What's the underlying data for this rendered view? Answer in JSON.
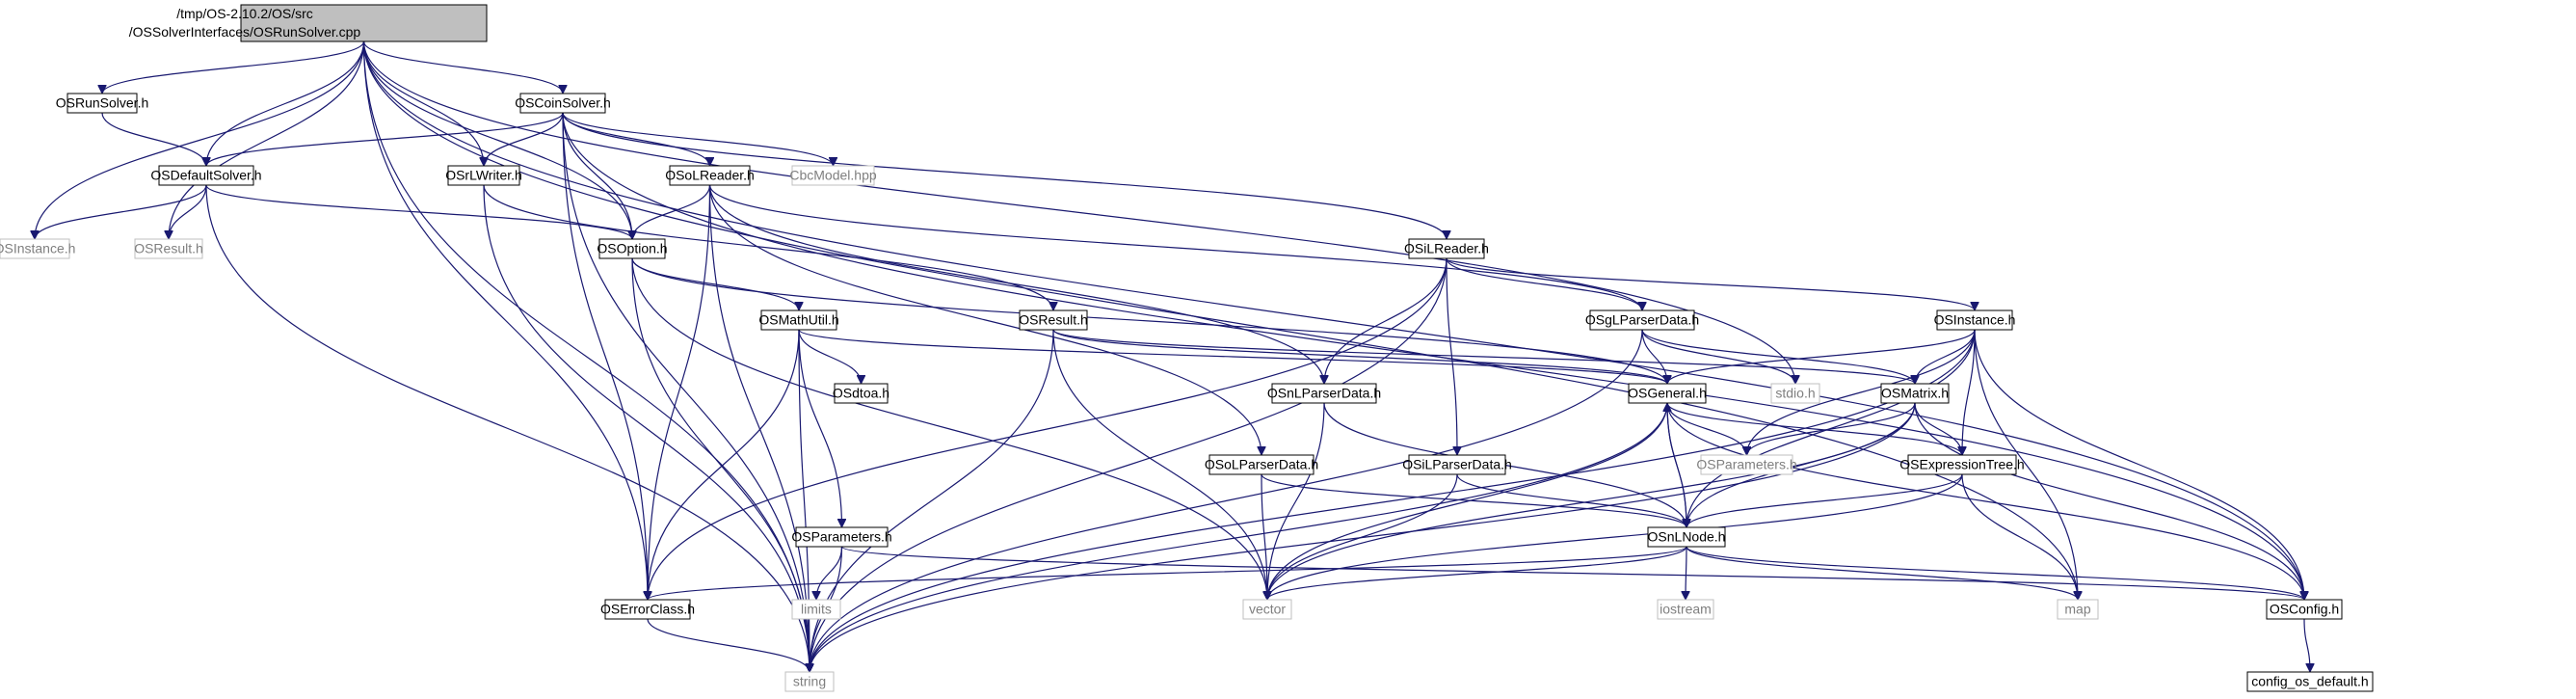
{
  "colors": {
    "edge": "#191970",
    "root_fill": "#bfbfbf",
    "documented_border": "#000000",
    "undocumented_border": "#bfbfbf",
    "text": "#000000",
    "undocumented_text": "#7f7f7f"
  },
  "nodes": [
    {
      "id": "root",
      "lines": [
        "/tmp/OS-2.10.2/OS/src",
        "/OSSolverInterfaces/OSRunSolver.cpp"
      ],
      "kind": "root"
    },
    {
      "id": "OSRunSolver_h",
      "lines": [
        "OSRunSolver.h"
      ],
      "kind": "documented"
    },
    {
      "id": "OSCoinSolver_h",
      "lines": [
        "OSCoinSolver.h"
      ],
      "kind": "documented"
    },
    {
      "id": "OSDefaultSolver_h",
      "lines": [
        "OSDefaultSolver.h"
      ],
      "kind": "documented"
    },
    {
      "id": "OSrLWriter_h",
      "lines": [
        "OSrLWriter.h"
      ],
      "kind": "documented"
    },
    {
      "id": "OSoLReader_h",
      "lines": [
        "OSoLReader.h"
      ],
      "kind": "documented"
    },
    {
      "id": "CbcModel_hpp",
      "lines": [
        "CbcModel.hpp"
      ],
      "kind": "undocumented"
    },
    {
      "id": "OSInstance_h_top",
      "lines": [
        "OSInstance.h"
      ],
      "kind": "undocumented"
    },
    {
      "id": "OSResult_h_top",
      "lines": [
        "OSResult.h"
      ],
      "kind": "undocumented"
    },
    {
      "id": "OSOption_h",
      "lines": [
        "OSOption.h"
      ],
      "kind": "documented"
    },
    {
      "id": "OSiLReader_h",
      "lines": [
        "OSiLReader.h"
      ],
      "kind": "documented"
    },
    {
      "id": "OSMathUtil_h",
      "lines": [
        "OSMathUtil.h"
      ],
      "kind": "documented"
    },
    {
      "id": "OSResult_h",
      "lines": [
        "OSResult.h"
      ],
      "kind": "documented"
    },
    {
      "id": "OSgLParserData_h",
      "lines": [
        "OSgLParserData.h"
      ],
      "kind": "documented"
    },
    {
      "id": "OSInstance_h",
      "lines": [
        "OSInstance.h"
      ],
      "kind": "documented"
    },
    {
      "id": "OSdtoa_h",
      "lines": [
        "OSdtoa.h"
      ],
      "kind": "documented"
    },
    {
      "id": "OSnLParserData_h",
      "lines": [
        "OSnLParserData.h"
      ],
      "kind": "documented"
    },
    {
      "id": "OSGeneral_h",
      "lines": [
        "OSGeneral.h"
      ],
      "kind": "documented"
    },
    {
      "id": "stdio_h",
      "lines": [
        "stdio.h"
      ],
      "kind": "undocumented"
    },
    {
      "id": "OSMatrix_h",
      "lines": [
        "OSMatrix.h"
      ],
      "kind": "documented"
    },
    {
      "id": "OSoLParserData_h",
      "lines": [
        "OSoLParserData.h"
      ],
      "kind": "documented"
    },
    {
      "id": "OSiLParserData_h",
      "lines": [
        "OSiLParserData.h"
      ],
      "kind": "documented"
    },
    {
      "id": "OSParameters_h_u",
      "lines": [
        "OSParameters.h"
      ],
      "kind": "undocumented"
    },
    {
      "id": "OSExpressionTree_h",
      "lines": [
        "OSExpressionTree.h"
      ],
      "kind": "documented"
    },
    {
      "id": "OSParameters_h",
      "lines": [
        "OSParameters.h"
      ],
      "kind": "documented"
    },
    {
      "id": "OSnLNode_h",
      "lines": [
        "OSnLNode.h"
      ],
      "kind": "documented"
    },
    {
      "id": "limits",
      "lines": [
        "limits"
      ],
      "kind": "undocumented"
    },
    {
      "id": "OSErrorClass_h",
      "lines": [
        "OSErrorClass.h"
      ],
      "kind": "documented"
    },
    {
      "id": "vector",
      "lines": [
        "vector"
      ],
      "kind": "undocumented"
    },
    {
      "id": "iostream",
      "lines": [
        "iostream"
      ],
      "kind": "undocumented"
    },
    {
      "id": "map",
      "lines": [
        "map"
      ],
      "kind": "undocumented"
    },
    {
      "id": "OSConfig_h",
      "lines": [
        "OSConfig.h"
      ],
      "kind": "documented"
    },
    {
      "id": "string",
      "lines": [
        "string"
      ],
      "kind": "undocumented"
    },
    {
      "id": "config_os_default_h",
      "lines": [
        "config_os_default.h"
      ],
      "kind": "documented"
    }
  ],
  "edges": [
    [
      "root",
      "OSRunSolver_h"
    ],
    [
      "root",
      "OSCoinSolver_h"
    ],
    [
      "root",
      "OSDefaultSolver_h"
    ],
    [
      "root",
      "OSrLWriter_h"
    ],
    [
      "root",
      "OSInstance_h_top"
    ],
    [
      "root",
      "OSResult_h_top"
    ],
    [
      "root",
      "OSOption_h"
    ],
    [
      "root",
      "OSErrorClass_h"
    ],
    [
      "root",
      "string"
    ],
    [
      "root",
      "stdio_h"
    ],
    [
      "root",
      "map"
    ],
    [
      "root",
      "OSConfig_h"
    ],
    [
      "OSRunSolver_h",
      "OSDefaultSolver_h"
    ],
    [
      "OSDefaultSolver_h",
      "OSInstance_h_top"
    ],
    [
      "OSDefaultSolver_h",
      "OSResult_h_top"
    ],
    [
      "OSDefaultSolver_h",
      "OSOption_h"
    ],
    [
      "OSDefaultSolver_h",
      "string"
    ],
    [
      "OSCoinSolver_h",
      "OSDefaultSolver_h"
    ],
    [
      "OSCoinSolver_h",
      "OSrLWriter_h"
    ],
    [
      "OSCoinSolver_h",
      "OSoLReader_h"
    ],
    [
      "OSCoinSolver_h",
      "CbcModel_hpp"
    ],
    [
      "OSCoinSolver_h",
      "OSiLReader_h"
    ],
    [
      "OSCoinSolver_h",
      "OSOption_h"
    ],
    [
      "OSCoinSolver_h",
      "OSErrorClass_h"
    ],
    [
      "OSCoinSolver_h",
      "string"
    ],
    [
      "OSCoinSolver_h",
      "OSConfig_h"
    ],
    [
      "OSrLWriter_h",
      "OSResult_h"
    ],
    [
      "OSrLWriter_h",
      "string"
    ],
    [
      "OSoLReader_h",
      "OSOption_h"
    ],
    [
      "OSoLReader_h",
      "OSErrorClass_h"
    ],
    [
      "OSoLReader_h",
      "OSoLParserData_h"
    ],
    [
      "OSoLReader_h",
      "OSnLParserData_h"
    ],
    [
      "OSoLReader_h",
      "OSgLParserData_h"
    ],
    [
      "OSoLReader_h",
      "string"
    ],
    [
      "OSOption_h",
      "OSMathUtil_h"
    ],
    [
      "OSOption_h",
      "OSGeneral_h"
    ],
    [
      "OSOption_h",
      "vector"
    ],
    [
      "OSOption_h",
      "string"
    ],
    [
      "OSiLReader_h",
      "OSInstance_h"
    ],
    [
      "OSiLReader_h",
      "OSgLParserData_h"
    ],
    [
      "OSiLReader_h",
      "OSnLParserData_h"
    ],
    [
      "OSiLReader_h",
      "OSiLParserData_h"
    ],
    [
      "OSiLReader_h",
      "OSErrorClass_h"
    ],
    [
      "OSiLReader_h",
      "string"
    ],
    [
      "OSMathUtil_h",
      "OSdtoa_h"
    ],
    [
      "OSMathUtil_h",
      "OSParameters_h"
    ],
    [
      "OSMathUtil_h",
      "OSErrorClass_h"
    ],
    [
      "OSMathUtil_h",
      "OSGeneral_h"
    ],
    [
      "OSMathUtil_h",
      "string"
    ],
    [
      "OSResult_h",
      "OSGeneral_h"
    ],
    [
      "OSResult_h",
      "OSMatrix_h"
    ],
    [
      "OSResult_h",
      "vector"
    ],
    [
      "OSResult_h",
      "string"
    ],
    [
      "OSgLParserData_h",
      "OSGeneral_h"
    ],
    [
      "OSgLParserData_h",
      "OSMatrix_h"
    ],
    [
      "OSgLParserData_h",
      "stdio_h"
    ],
    [
      "OSgLParserData_h",
      "string"
    ],
    [
      "OSInstance_h",
      "OSGeneral_h"
    ],
    [
      "OSInstance_h",
      "OSMatrix_h"
    ],
    [
      "OSInstance_h",
      "OSExpressionTree_h"
    ],
    [
      "OSInstance_h",
      "OSnLNode_h"
    ],
    [
      "OSInstance_h",
      "OSParameters_h_u"
    ],
    [
      "OSInstance_h",
      "map"
    ],
    [
      "OSInstance_h",
      "OSConfig_h"
    ],
    [
      "OSInstance_h",
      "string"
    ],
    [
      "OSnLParserData_h",
      "OSnLNode_h"
    ],
    [
      "OSnLParserData_h",
      "vector"
    ],
    [
      "OSGeneral_h",
      "OSParameters_h_u"
    ],
    [
      "OSGeneral_h",
      "OSnLNode_h"
    ],
    [
      "OSGeneral_h",
      "OSExpressionTree_h"
    ],
    [
      "OSGeneral_h",
      "OSConfig_h"
    ],
    [
      "OSGeneral_h",
      "vector"
    ],
    [
      "OSGeneral_h",
      "string"
    ],
    [
      "OSMatrix_h",
      "OSParameters_h_u"
    ],
    [
      "OSMatrix_h",
      "OSExpressionTree_h"
    ],
    [
      "OSMatrix_h",
      "OSnLNode_h"
    ],
    [
      "OSMatrix_h",
      "OSConfig_h"
    ],
    [
      "OSMatrix_h",
      "vector"
    ],
    [
      "OSMatrix_h",
      "string"
    ],
    [
      "OSoLParserData_h",
      "OSnLNode_h"
    ],
    [
      "OSoLParserData_h",
      "vector"
    ],
    [
      "OSiLParserData_h",
      "OSnLNode_h"
    ],
    [
      "OSiLParserData_h",
      "vector"
    ],
    [
      "OSExpressionTree_h",
      "OSnLNode_h"
    ],
    [
      "OSExpressionTree_h",
      "vector"
    ],
    [
      "OSExpressionTree_h",
      "map"
    ],
    [
      "OSnLNode_h",
      "OSGeneral_h"
    ],
    [
      "OSnLNode_h",
      "OSErrorClass_h"
    ],
    [
      "OSnLNode_h",
      "vector"
    ],
    [
      "OSnLNode_h",
      "iostream"
    ],
    [
      "OSnLNode_h",
      "map"
    ],
    [
      "OSnLNode_h",
      "OSConfig_h"
    ],
    [
      "OSParameters_h",
      "limits"
    ],
    [
      "OSParameters_h",
      "string"
    ],
    [
      "OSParameters_h",
      "OSConfig_h"
    ],
    [
      "OSErrorClass_h",
      "string"
    ],
    [
      "OSConfig_h",
      "config_os_default_h"
    ]
  ]
}
